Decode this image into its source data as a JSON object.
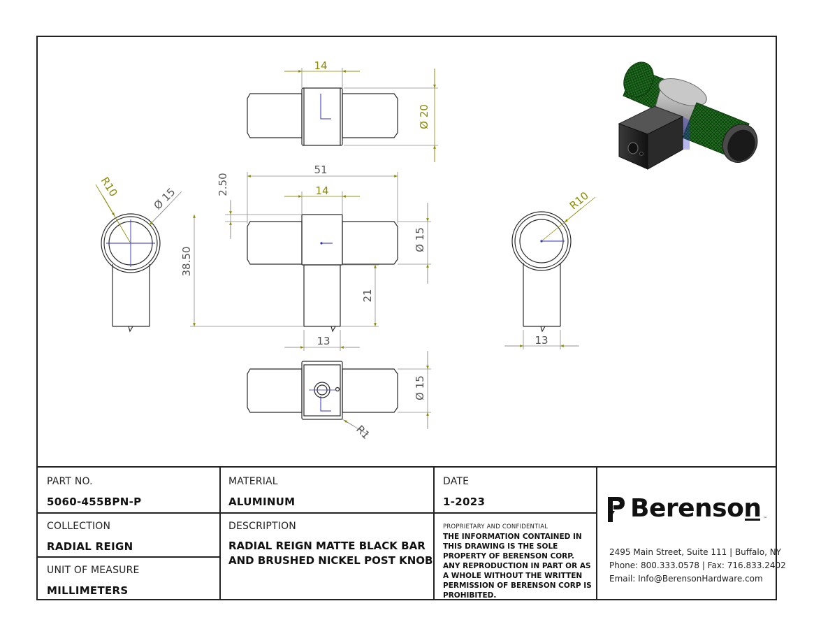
{
  "dimensions": {
    "top_width": "14",
    "top_diameter": "Ø 20",
    "front_overall": "51",
    "front_offset": "2.50",
    "front_width": "14",
    "front_height": "38.50",
    "front_diameter": "Ø 15",
    "front_post_height": "21",
    "front_post_width": "13",
    "left_radius": "R10",
    "left_diameter": "Ø 15",
    "right_radius": "R10",
    "right_post_width": "13",
    "bottom_diameter": "Ø 15",
    "bottom_radius": "R1"
  },
  "title_block": {
    "part_no_label": "PART NO.",
    "part_no": "5060-455BPN-P",
    "material_label": "MATERIAL",
    "material": "ALUMINUM",
    "date_label": "DATE",
    "date": "1-2023",
    "collection_label": "COLLECTION",
    "collection": "RADIAL REIGN",
    "description_label": "DESCRIPTION",
    "description": "RADIAL REIGN MATTE BLACK BAR AND BRUSHED NICKEL POST KNOB",
    "unit_label": "UNIT OF MEASURE",
    "unit": "MILLIMETERS",
    "proprietary_heading": "PROPRIETARY AND CONFIDENTIAL",
    "proprietary_text": "THE INFORMATION CONTAINED IN THIS DRAWING IS THE SOLE PROPERTY OF BERENSON CORP. ANY REPRODUCTION IN PART OR AS A WHOLE WITHOUT THE WRITTEN PERMISSION OF BERENSON CORP IS PROHIBITED."
  },
  "company": {
    "name": "Berenson",
    "trademark": "™",
    "address": "2495 Main Street, Suite 111 | Buffalo, NY",
    "phone": "Phone: 800.333.0578 | Fax: 716.833.2402",
    "email": "Email: Info@BerensonHardware.com"
  },
  "colors": {
    "line": "#2a2a2a",
    "dimension": "#8a8a8a",
    "dimension_text": "#8a8a00",
    "center_mark": "#2d2dcc",
    "knurl_green": "#1f6e1f",
    "post_grey": "#9a9a9a"
  }
}
